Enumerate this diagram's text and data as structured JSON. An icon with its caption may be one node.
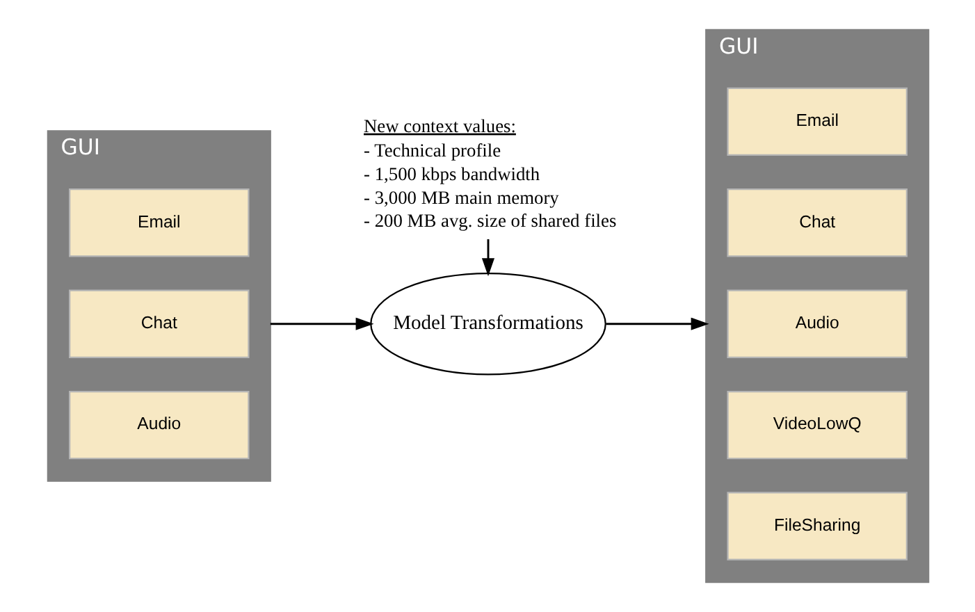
{
  "diagram": {
    "nodes": [
      {
        "text": [
          "GUI"
        ]
      },
      {
        "text": [
          "Email"
        ],
        "in": 0
      },
      {
        "text": [
          "Chat"
        ],
        "in": 0
      },
      {
        "text": [
          "Audio"
        ],
        "in": 0
      },
      {
        "text": [
          "New context values:",
          "- Technical profile",
          "- 1,500 kbps bandwidth",
          "- 3,000 MB main memory",
          "- 200 MB avg. size of shared files"
        ]
      },
      {
        "text": [
          "Model Transformations"
        ]
      },
      {
        "text": [
          "GUI"
        ]
      },
      {
        "text": [
          "Email"
        ],
        "in": 6
      },
      {
        "text": [
          "Chat"
        ],
        "in": 6
      },
      {
        "text": [
          "Audio"
        ],
        "in": 6
      },
      {
        "text": [
          "VideoLowQ"
        ],
        "in": 6
      },
      {
        "text": [
          "FileSharing"
        ],
        "in": 6
      }
    ],
    "edges": [
      {
        "from": 0,
        "to": 5,
        "arrow": "to"
      },
      {
        "from": 4,
        "to": 5,
        "arrow": "to"
      },
      {
        "from": 5,
        "to": 6,
        "arrow": "to"
      }
    ]
  }
}
